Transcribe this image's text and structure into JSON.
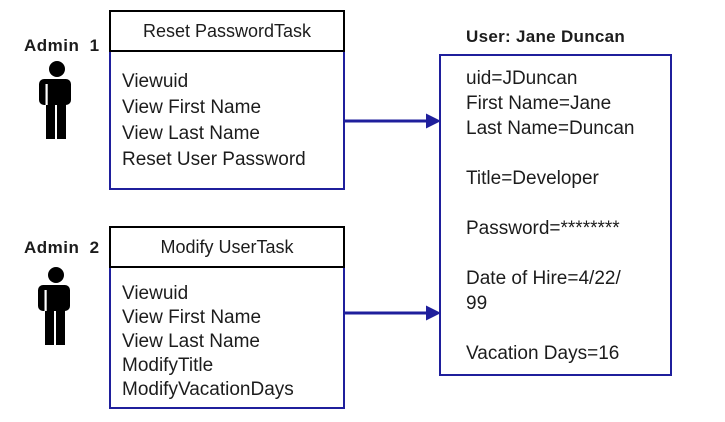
{
  "diagram": {
    "title_semantic": "RBAC admin tasks to user record diagram",
    "admins": [
      {
        "label": "Admin 1",
        "icon": "person-icon"
      },
      {
        "label": "Admin 2",
        "icon": "person-icon"
      }
    ],
    "task_boxes": [
      {
        "title": "Reset PasswordTask",
        "items": [
          "Viewuid",
          "View First Name",
          "View Last Name",
          "Reset User Password"
        ]
      },
      {
        "title": "Modify UserTask",
        "items": [
          "Viewuid",
          "View First Name",
          "View Last Name",
          "ModifyTitle",
          "ModifyVacationDays"
        ]
      }
    ],
    "user_box": {
      "title": "User: Jane Duncan",
      "lines": [
        "uid=JDuncan",
        "First Name=Jane",
        "Last Name=Duncan",
        "",
        "Title=Developer",
        "",
        "Password=********",
        "",
        "Date of Hire=4/22/",
        "99",
        "",
        "Vacation Days=16"
      ]
    },
    "connectors": [
      {
        "from": "Reset PasswordTask",
        "to": "User: Jane Duncan",
        "type": "arrow-right"
      },
      {
        "from": "Modify UserTask",
        "to": "User: Jane Duncan",
        "type": "arrow-right"
      }
    ],
    "colors": {
      "accent_navy": "#1f1f9c",
      "box_border_black": "#000000",
      "text": "#1c1c1c",
      "background": "#ffffff",
      "icon_fill": "#000000"
    }
  }
}
